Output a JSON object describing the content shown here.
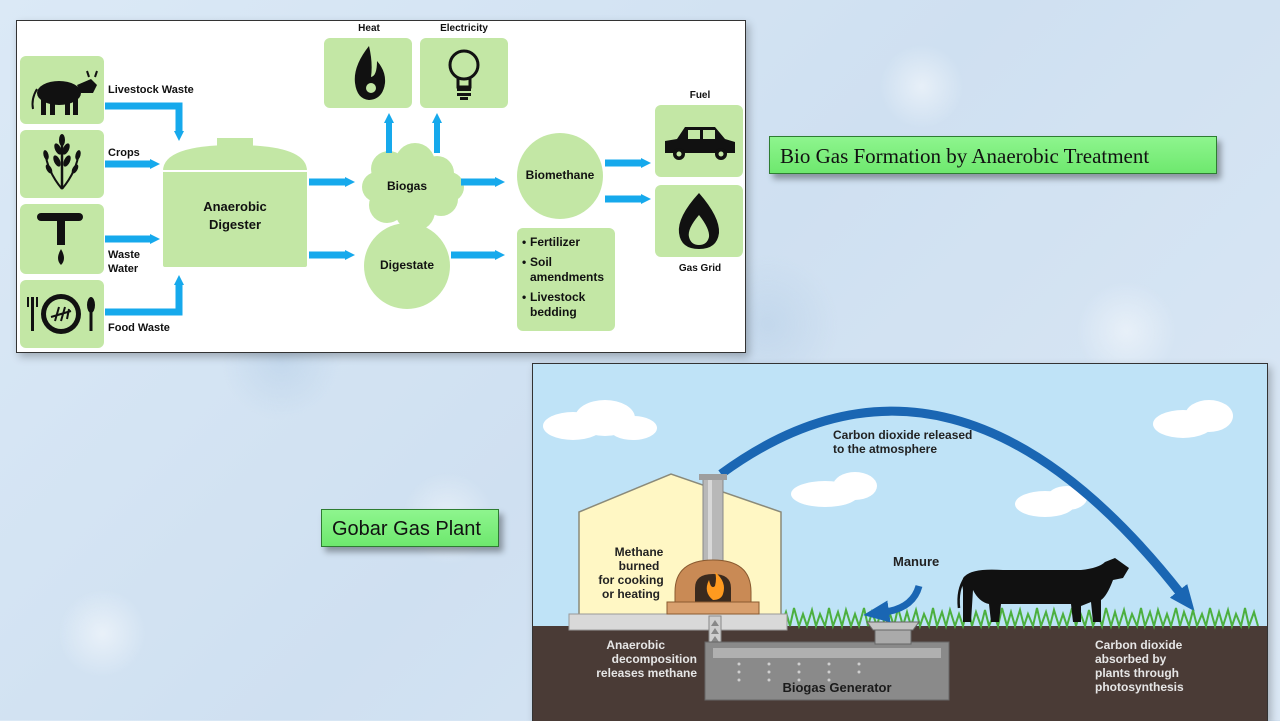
{
  "flow": {
    "inputs": {
      "livestock": "Livestock Waste",
      "crops": "Crops",
      "waste_water_1": "Waste",
      "waste_water_2": "Water",
      "food": "Food Waste"
    },
    "digester_1": "Anaerobic",
    "digester_2": "Digester",
    "biogas": "Biogas",
    "digestate": "Digestate",
    "biomethane": "Biomethane",
    "heat": "Heat",
    "electricity": "Electricity",
    "fuel": "Fuel",
    "gas_grid": "Gas Grid",
    "products": [
      {
        "bullet": "•",
        "line1": "Fertilizer",
        "line2": ""
      },
      {
        "bullet": "•",
        "line1": "Soil",
        "line2": "amendments"
      },
      {
        "bullet": "•",
        "line1": "Livestock",
        "line2": "bedding"
      }
    ]
  },
  "plant": {
    "co2_released_1": "Carbon dioxide released",
    "co2_released_2": "to the atmosphere",
    "methane_1": "Methane",
    "methane_2": "burned",
    "methane_3": "for cooking",
    "methane_4": "or heating",
    "manure": "Manure",
    "anaerobic_1": "Anaerobic",
    "anaerobic_2": "decomposition",
    "anaerobic_3": "releases methane",
    "generator": "Biogas Generator",
    "absorbed_1": "Carbon dioxide",
    "absorbed_2": "absorbed by",
    "absorbed_3": "plants through",
    "absorbed_4": "photosynthesis"
  },
  "titles": {
    "flow_title": "Bio Gas Formation by Anaerobic Treatment",
    "plant_title": "Gobar Gas Plant"
  },
  "colors": {
    "box_green": "#c3e7a5",
    "arrow_blue": "#16a9ec",
    "callout_green": "#7cf07c"
  }
}
